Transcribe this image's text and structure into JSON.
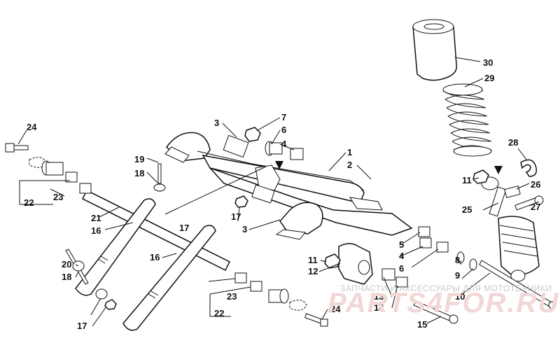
{
  "diagram": {
    "callouts": [
      "24",
      "23",
      "22",
      "21",
      "16",
      "19",
      "18",
      "17",
      "20",
      "18",
      "17",
      "16",
      "3",
      "7",
      "6",
      "4",
      "1",
      "2",
      "3",
      "17",
      "5",
      "4",
      "6",
      "11",
      "12",
      "13",
      "14",
      "15",
      "24",
      "23",
      "22",
      "30",
      "29",
      "28",
      "11",
      "26",
      "27",
      "25",
      "8",
      "9",
      "10"
    ]
  },
  "watermark": {
    "caption": "ЗАПЧАСТИ И АКСЕССУАРЫ ДЛЯ МОТОТЕХНИКИ",
    "brand": "PARTS4FOR.RU"
  }
}
